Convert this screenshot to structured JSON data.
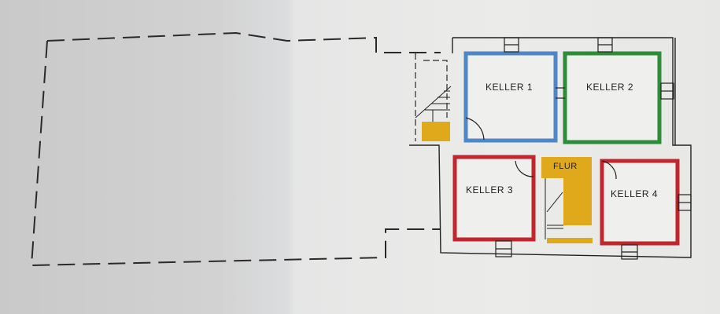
{
  "plan": {
    "rooms": [
      {
        "id": "keller1",
        "label": "KELLER 1",
        "color": "#4f86c6"
      },
      {
        "id": "keller2",
        "label": "KELLER 2",
        "color": "#2e8b3a"
      },
      {
        "id": "keller3",
        "label": "KELLER 3",
        "color": "#c0262b"
      },
      {
        "id": "keller4",
        "label": "KELLER 4",
        "color": "#c0262b"
      },
      {
        "id": "flur",
        "label": "FLUR",
        "color": "#e0a91c"
      }
    ],
    "stair_landing_color": "#e0a91c",
    "line_color": "#222222"
  }
}
